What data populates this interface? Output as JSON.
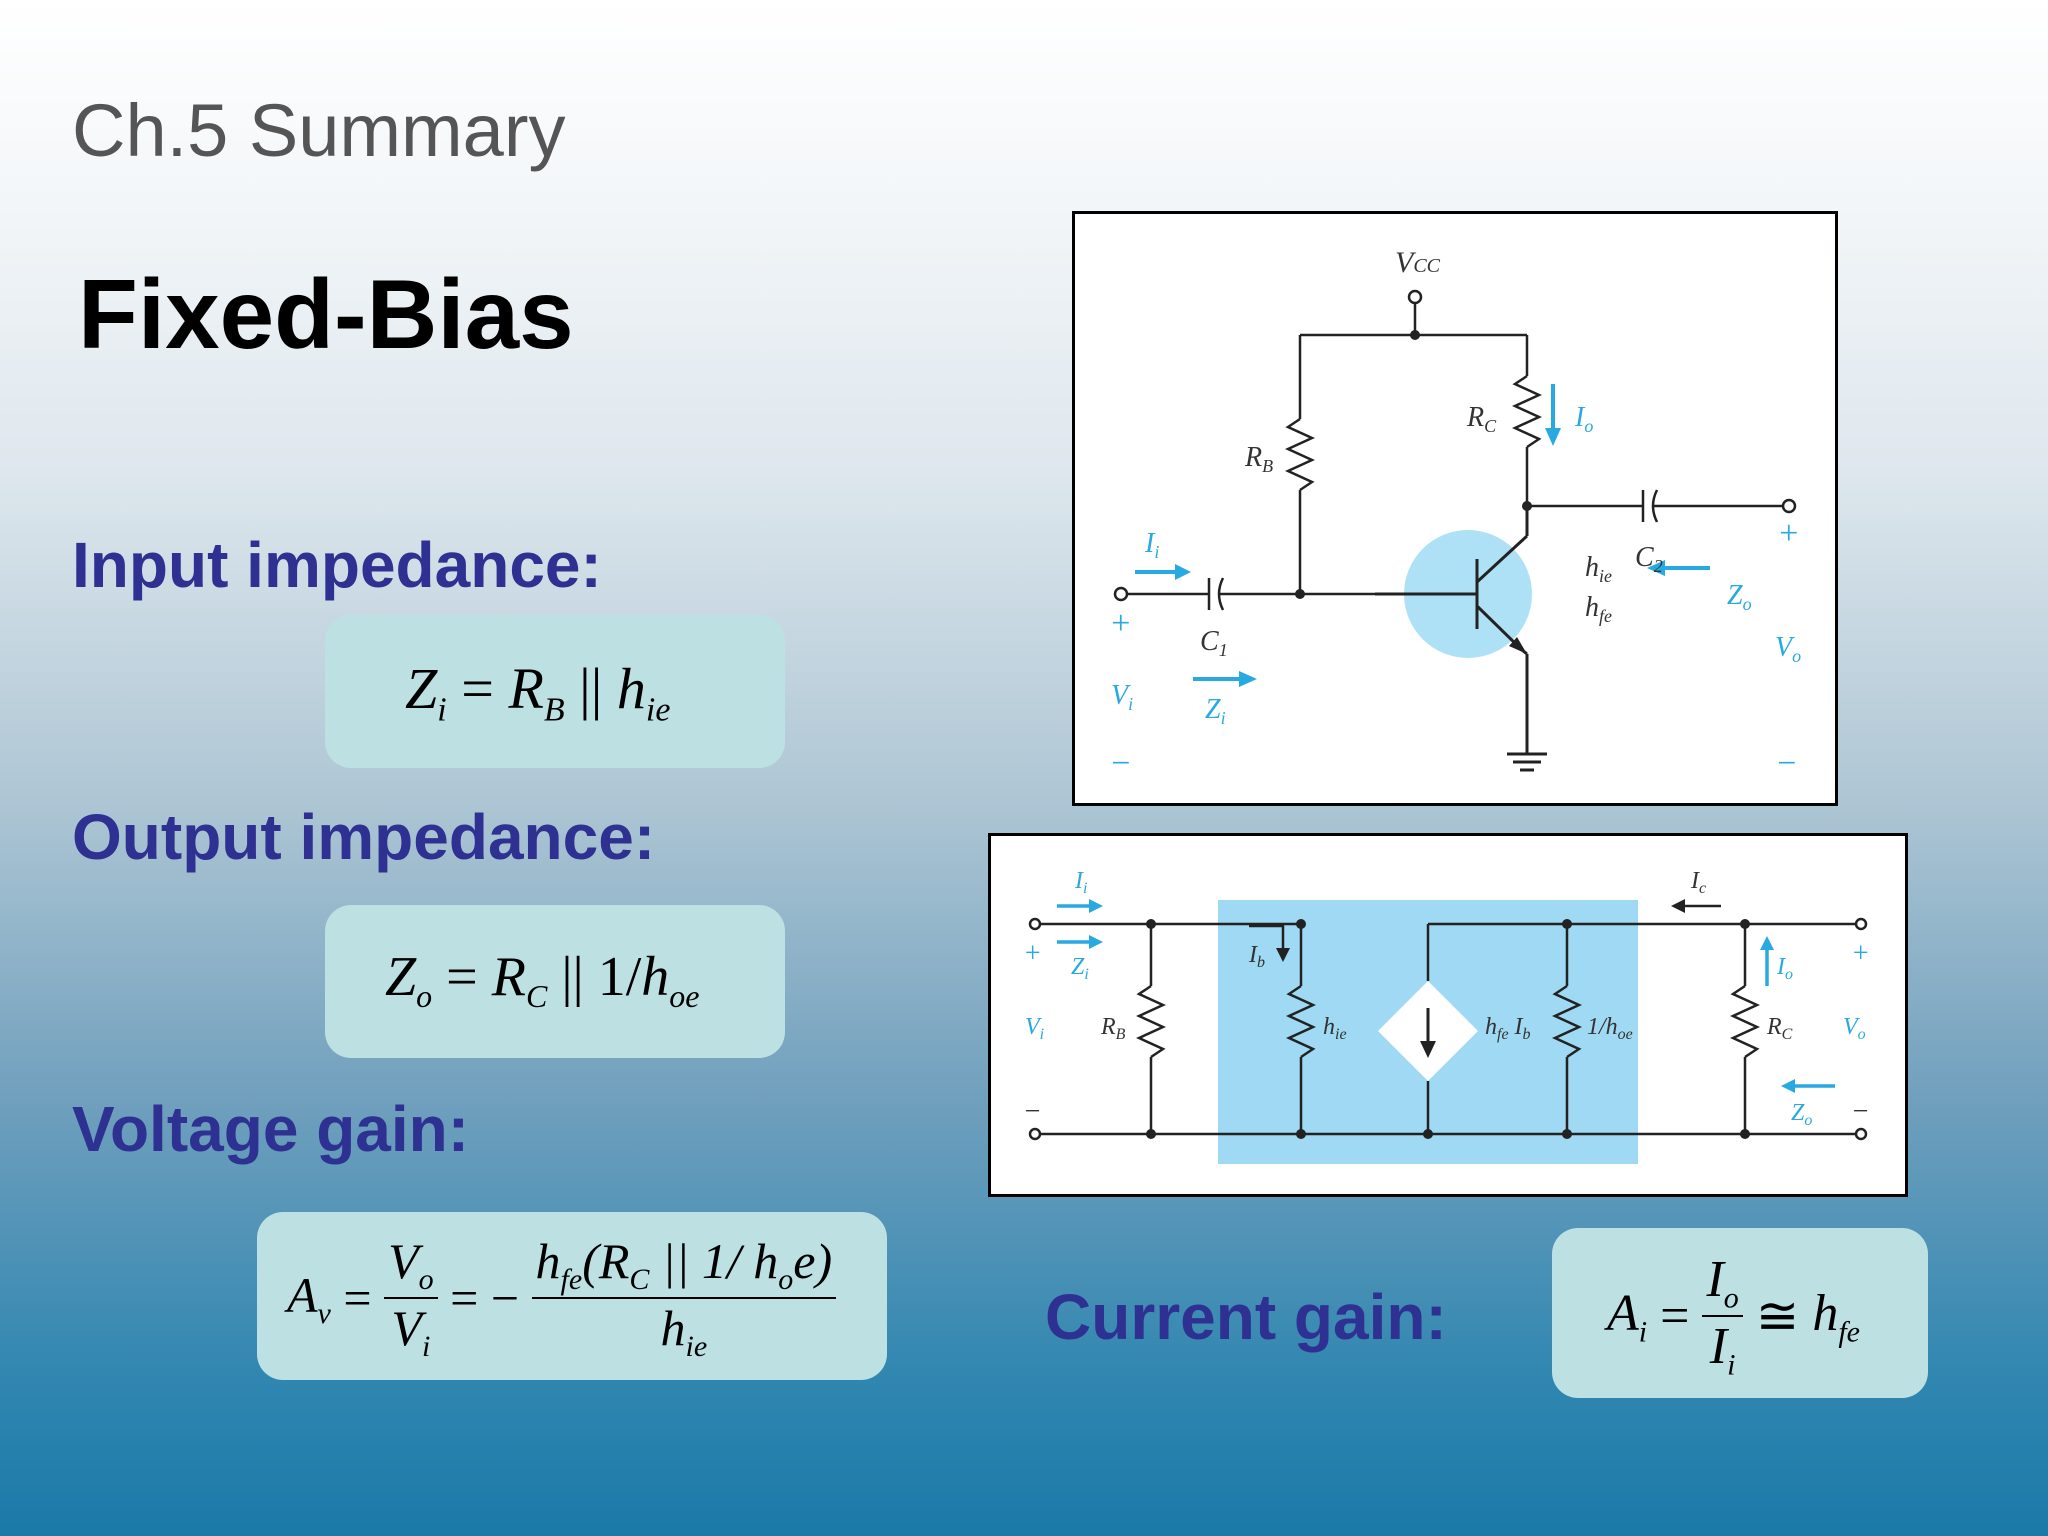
{
  "slide": {
    "chapter": "Ch.5 Summary",
    "title": "Fixed-Bias"
  },
  "sections": {
    "input_label": "Input impedance:",
    "output_label": "Output impedance:",
    "voltage_label": "Voltage gain:",
    "current_label": "Current gain:"
  },
  "formulas": {
    "zi": {
      "lhs": "Z",
      "lhs_sub": "i",
      "eq": "=",
      "r": "R",
      "r_sub": "B",
      "par": "||",
      "h": "h",
      "h_sub": "ie"
    },
    "zo": {
      "lhs": "Z",
      "lhs_sub": "o",
      "eq": "=",
      "r": "R",
      "r_sub": "C",
      "par": "||",
      "one_over": "1/",
      "h": "h",
      "h_sub": "oe"
    },
    "av": {
      "lhs": "A",
      "lhs_sub": "v",
      "eq1": "=",
      "num1": "V",
      "num1_sub": "o",
      "den1": "V",
      "den1_sub": "i",
      "eq2": "= −",
      "num2_pre": "h",
      "num2_pre_sub": "fe",
      "num2_body_a": "(R",
      "num2_body_sub": "C",
      "num2_body_b": " || 1/ h",
      "num2_body_sub2": "o",
      "num2_body_c": "e)",
      "den2": "h",
      "den2_sub": "ie"
    },
    "ai": {
      "lhs": "A",
      "lhs_sub": "i",
      "eq": "=",
      "num": "I",
      "num_sub": "o",
      "den": "I",
      "den_sub": "i",
      "approx": "≅",
      "h": "h",
      "h_sub": "fe"
    }
  },
  "circuit1": {
    "vcc": "V",
    "vcc_sub": "CC",
    "rb": "R",
    "rb_sub": "B",
    "rc": "R",
    "rc_sub": "C",
    "io": "I",
    "io_sub": "o",
    "ii": "I",
    "ii_sub": "i",
    "c1": "C",
    "c1_sub": "1",
    "c2": "C",
    "c2_sub": "2",
    "hie": "h",
    "hie_sub": "ie",
    "hfe": "h",
    "hfe_sub": "fe",
    "zi": "Z",
    "zi_sub": "i",
    "zo": "Z",
    "zo_sub": "o",
    "vi": "V",
    "vi_sub": "i",
    "vo": "V",
    "vo_sub": "o",
    "plus": "+",
    "minus": "−"
  },
  "circuit2": {
    "ii": "I",
    "ii_sub": "i",
    "zi": "Z",
    "zi_sub": "i",
    "vi": "V",
    "vi_sub": "i",
    "rb": "R",
    "rb_sub": "B",
    "ib": "I",
    "ib_sub": "b",
    "hie": "h",
    "hie_sub": "ie",
    "src": "h",
    "src_sub": "fe",
    "src_ib": "I",
    "src_ib_sub": "b",
    "hoe": "1/h",
    "hoe_sub": "oe",
    "ic": "I",
    "ic_sub": "c",
    "io": "I",
    "io_sub": "o",
    "rc": "R",
    "rc_sub": "C",
    "vo": "V",
    "vo_sub": "o",
    "zo": "Z",
    "zo_sub": "o",
    "plus": "+",
    "minus": "−"
  },
  "colors": {
    "heading": "#2e3192",
    "formula_box": "#bde0e3",
    "diagram_accent": "#29a9e1",
    "transistor_fill": "#aee1f5",
    "model_fill": "#9fd9f3"
  }
}
